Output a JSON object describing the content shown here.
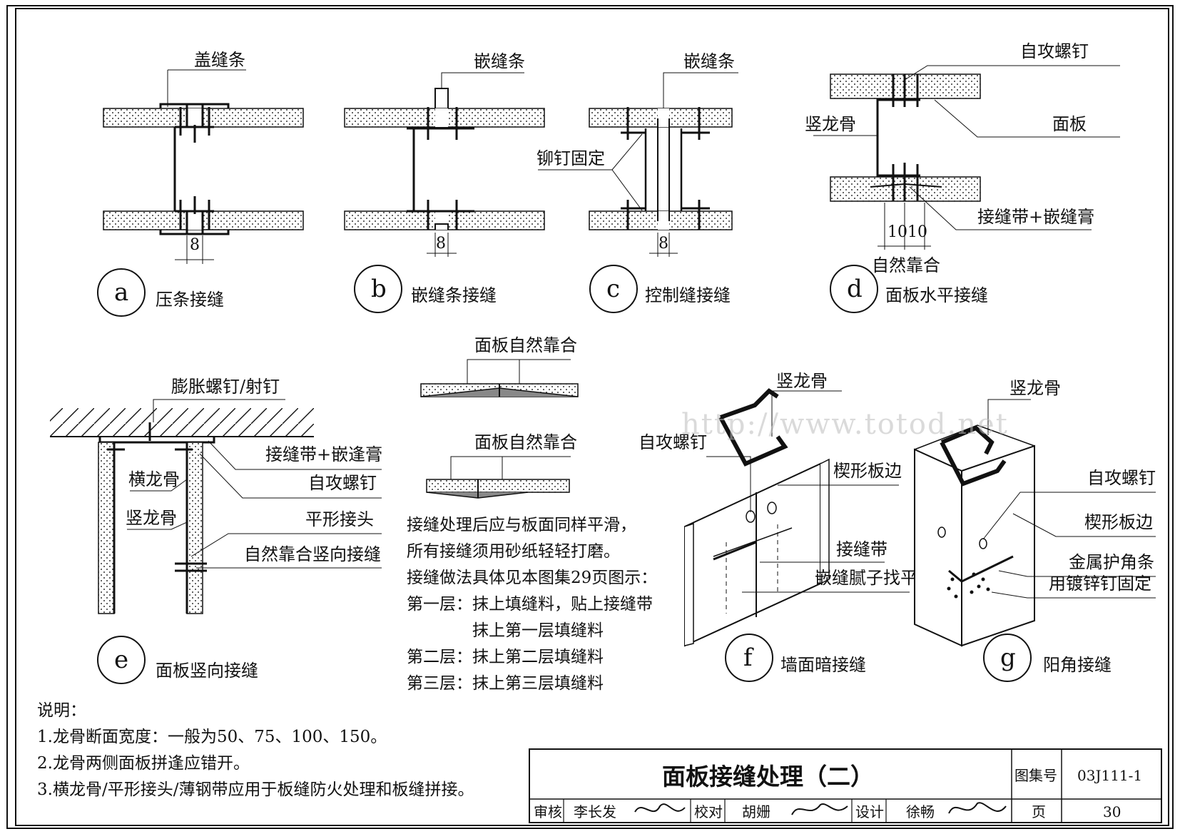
{
  "details": {
    "a": {
      "letter": "a",
      "caption": "压条接缝",
      "label": "盖缝条",
      "dim": "8"
    },
    "b": {
      "letter": "b",
      "caption": "嵌缝条接缝",
      "label": "嵌缝条",
      "dim": "8"
    },
    "c": {
      "letter": "c",
      "caption": "控制缝接缝",
      "label": "嵌缝条",
      "label2": "铆钉固定",
      "dim": "8"
    },
    "d": {
      "letter": "d",
      "caption": "面板水平接缝",
      "label_screw": "自攻螺钉",
      "label_panel": "面板",
      "label_stud": "竖龙骨",
      "label_tape": "接缝带+嵌缝膏",
      "label_butt": "自然靠合",
      "dim1": "10",
      "dim2": "10"
    },
    "e": {
      "letter": "e",
      "caption": "面板竖向接缝",
      "labels": [
        "膨胀螺钉/射钉",
        "接缝带+嵌逢膏",
        "自攻螺钉",
        "横龙骨",
        "竖龙骨",
        "平形接头",
        "自然靠合竖向接缝"
      ]
    },
    "butt": {
      "label_top": "面板自然靠合",
      "label_bottom": "面板自然靠合"
    },
    "f": {
      "letter": "f",
      "caption": "墙面暗接缝",
      "labels": [
        "竖龙骨",
        "自攻螺钉",
        "楔形板边",
        "接缝带",
        "嵌缝腻子找平"
      ]
    },
    "g": {
      "letter": "g",
      "caption": "阳角接缝",
      "labels": [
        "竖龙骨",
        "自攻螺钉",
        "楔形板边",
        "金属护角条",
        "用镀锌钉固定"
      ]
    }
  },
  "process_notes": [
    "接缝处理后应与板面同样平滑，",
    "所有接缝须用砂纸轻轻打磨。",
    "接缝做法具体见本图集29页图示：",
    "第一层：抹上填缝料，贴上接缝带",
    "　　　　抹上第一层填缝料",
    "第二层：抹上第二层填缝料",
    "第三层：抹上第三层填缝料"
  ],
  "notes": {
    "heading": "说明：",
    "items": [
      "1.龙骨断面宽度：一般为50、75、100、150。",
      "2.龙骨两侧面板拼逢应错开。",
      "3.横龙骨/平形接头/薄钢带应用于板缝防火处理和板缝拼接。"
    ]
  },
  "title_block": {
    "title": "面板接缝处理（二）",
    "atlas_label": "图集号",
    "atlas_no": "03J111-1",
    "page_label": "页",
    "page_no": "30",
    "review_label": "审核",
    "reviewer": "李长发",
    "check_label": "校对",
    "checker": "胡姗",
    "design_label": "设计",
    "designer": "徐畅"
  },
  "watermark": "http://www.totod.net"
}
